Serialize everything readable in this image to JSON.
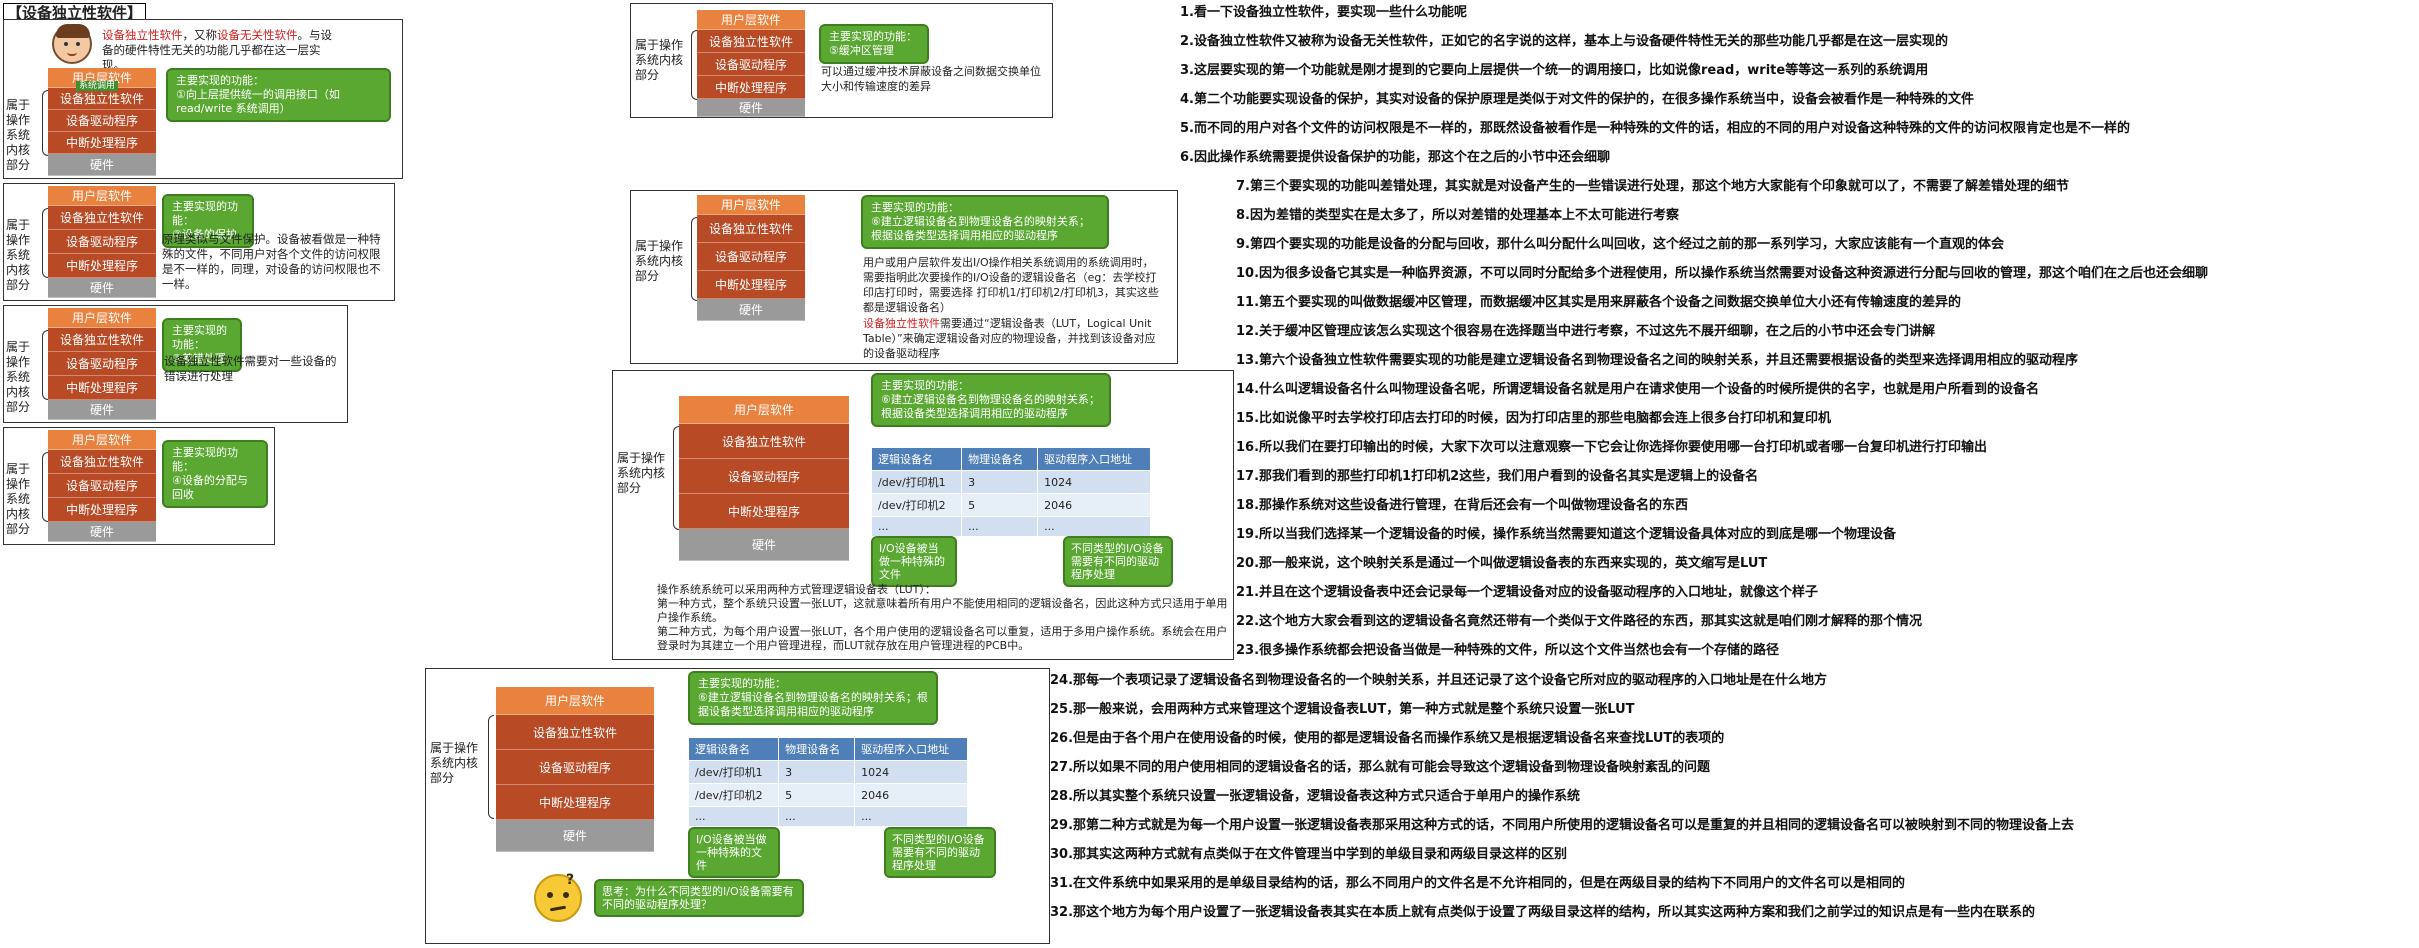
{
  "title": "【设备独立性软件】",
  "layers": {
    "user": "用户层软件",
    "indep": "设备独立性软件",
    "driver": "设备驱动程序",
    "irq": "中断处理程序",
    "hw": "硬件",
    "syscall": "系统调用"
  },
  "side_label": "属于操作系统内核部分",
  "panel1": {
    "intro_red1": "设备独立性软件",
    "intro_mid": "，又称",
    "intro_red2": "设备无关性软件",
    "intro_end": "。与设备的硬件特性无关的功能几乎都在这一层实现。",
    "bubble": "主要实现的功能：\n①向上层提供统一的调用接口（如 read/write 系统调用）"
  },
  "panel2": {
    "bubble": "主要实现的功能：\n②设备的保护",
    "text": "原理类似与文件保护。设备被看做是一种特殊的文件，不同用户对各个文件的访问权限是不一样的，同理，对设备的访问权限也不一样。"
  },
  "panel3": {
    "bubble": "主要实现的功能：\n③差错处理",
    "text": "设备独立性软件需要对一些设备的错误进行处理"
  },
  "panel4": {
    "bubble": "主要实现的功能：\n④设备的分配与回收"
  },
  "panel5": {
    "bubble": "主要实现的功能：\n⑤缓冲区管理",
    "text": "可以通过缓冲技术屏蔽设备之间数据交换单位大小和传输速度的差异"
  },
  "panel6": {
    "bubble": "主要实现的功能：\n⑥建立逻辑设备名到物理设备名的映射关系；根据设备类型选择调用相应的驱动程序",
    "text1": "用户或用户层软件发出I/O操作相关系统调用的系统调用时，需要指明此次要操作的I/O设备的逻辑设备名（eg：去学校打印店打印时，需要选择 打印机1/打印机2/打印机3，其实这些都是逻辑设备名）",
    "text2_red": "设备独立性软件",
    "text2": "需要通过“逻辑设备表（LUT，Logical Unit Table）”来确定逻辑设备对应的物理设备，并找到该设备对应的设备驱动程序"
  },
  "panel7": {
    "bubble": "主要实现的功能：\n⑥建立逻辑设备名到物理设备名的映射关系；根据设备类型选择调用相应的驱动程序",
    "gb1": "I/O设备被当做一种特殊的文件",
    "gb2": "不同类型的I/O设备需要有不同的驱动程序处理",
    "text": "操作系统系统可以采用两种方式管理逻辑设备表（LUT）：\n第一种方式，整个系统只设置一张LUT，这就意味着所有用户不能使用相同的逻辑设备名，因此这种方式只适用于单用户操作系统。\n第二种方式，为每个用户设置一张LUT，各个用户使用的逻辑设备名可以重复，适用于多用户操作系统。系统会在用户登录时为其建立一个用户管理进程，而LUT就存放在用户管理进程的PCB中。"
  },
  "panel8": {
    "bubble": "主要实现的功能：\n⑥建立逻辑设备名到物理设备名的映射关系；根据设备类型选择调用相应的驱动程序",
    "gb1": "I/O设备被当做一种特殊的文件",
    "gb2": "不同类型的I/O设备需要有不同的驱动程序处理",
    "think": "思考：为什么不同类型的I/O设备需要有不同的驱动程序处理？"
  },
  "lut": {
    "headers": [
      "逻辑设备名",
      "物理设备名",
      "驱动程序入口地址"
    ],
    "rows": [
      [
        "/dev/打印机1",
        "3",
        "1024"
      ],
      [
        "/dev/打印机2",
        "5",
        "2046"
      ],
      [
        "...",
        "...",
        "..."
      ]
    ]
  },
  "notes": [
    "1.看一下设备独立性软件，要实现一些什么功能呢",
    "2.设备独立性软件又被称为设备无关性软件，正如它的名字说的这样，基本上与设备硬件特性无关的那些功能几乎都是在这一层实现的",
    "3.这层要实现的第一个功能就是刚才提到的它要向上层提供一个统一的调用接口，比如说像read，write等等这一系列的系统调用",
    "4.第二个功能要实现设备的保护，其实对设备的保护原理是类似于对文件的保护的，在很多操作系统当中，设备会被看作是一种特殊的文件",
    "5.而不同的用户对各个文件的访问权限是不一样的，那既然设备被看作是一种特殊的文件的话，相应的不同的用户对设备这种特殊的文件的访问权限肯定也是不一样的",
    "6.因此操作系统需要提供设备保护的功能，那这个在之后的小节中还会细聊",
    "7.第三个要实现的功能叫差错处理，其实就是对设备产生的一些错误进行处理，那这个地方大家能有个印象就可以了，不需要了解差错处理的细节",
    "8.因为差错的类型实在是太多了，所以对差错的处理基本上不太可能进行考察",
    "9.第四个要实现的功能是设备的分配与回收，那什么叫分配什么叫回收，这个经过之前的那一系列学习，大家应该能有一个直观的体会",
    "10.因为很多设备它其实是一种临界资源，不可以同时分配给多个进程使用，所以操作系统当然需要对设备这种资源进行分配与回收的管理，那这个咱们在之后也还会细聊",
    "11.第五个要实现的叫做数据缓冲区管理，而数据缓冲区其实是用来屏蔽各个设备之间数据交换单位大小还有传输速度的差异的",
    "12.关于缓冲区管理应该怎么实现这个很容易在选择题当中进行考察，不过这先不展开细聊，在之后的小节中还会专门讲解",
    "13.第六个设备独立性软件需要实现的功能是建立逻辑设备名到物理设备名之间的映射关系，并且还需要根据设备的类型来选择调用相应的驱动程序",
    "14.什么叫逻辑设备名什么叫物理设备名呢，所谓逻辑设备名就是用户在请求使用一个设备的时候所提供的名字，也就是用户所看到的设备名",
    "15.比如说像平时去学校打印店去打印的时候，因为打印店里的那些电脑都会连上很多台打印机和复印机",
    "16.所以我们在要打印输出的时候，大家下次可以注意观察一下它会让你选择你要使用哪一台打印机或者哪一台复印机进行打印输出",
    "17.那我们看到的那些打印机1打印机2这些，我们用户看到的设备名其实是逻辑上的设备名",
    "18.那操作系统对这些设备进行管理，在背后还会有一个叫做物理设备名的东西",
    "19.所以当我们选择某一个逻辑设备的时候，操作系统当然需要知道这个逻辑设备具体对应的到底是哪一个物理设备",
    "20.那一般来说，这个映射关系是通过一个叫做逻辑设备表的东西来实现的，英文缩写是LUT",
    "21.并且在这个逻辑设备表中还会记录每一个逻辑设备对应的设备驱动程序的入口地址，就像这个样子",
    "22.这个地方大家会看到这的逻辑设备名竟然还带有一个类似于文件路径的东西，那其实这就是咱们刚才解释的那个情况",
    "23.很多操作系统都会把设备当做是一种特殊的文件，所以这个文件当然也会有一个存储的路径",
    "24.那每一个表项记录了逻辑设备名到物理设备名的一个映射关系，并且还记录了这个设备它所对应的驱动程序的入口地址是在什么地方",
    "25.那一般来说，会用两种方式来管理这个逻辑设备表LUT，第一种方式就是整个系统只设置一张LUT",
    "26.但是由于各个用户在使用设备的时候，使用的都是逻辑设备名而操作系统又是根据逻辑设备名来查找LUT的表项的",
    "27.所以如果不同的用户使用相同的逻辑设备名的话，那么就有可能会导致这个逻辑设备到物理设备映射紊乱的问题",
    "28.所以其实整个系统只设置一张逻辑设备，逻辑设备表这种方式只适合于单用户的操作系统",
    "29.那第二种方式就是为每一个用户设置一张逻辑设备表那采用这种方式的话，不同用户所使用的逻辑设备名可以是重复的并且相同的逻辑设备名可以被映射到不同的物理设备上去",
    "30.那其实这两种方式就有点类似于在文件管理当中学到的单级目录和两级目录这样的区别",
    "31.在文件系统中如果采用的是单级目录结构的话，那么不同用户的文件名是不允许相同的，但是在两级目录的结构下不同用户的文件名可以是相同的",
    "32.那这个地方为每个用户设置了一张逻辑设备表其实在本质上就有点类似于设置了两级目录这样的结构，所以其实这两种方案和我们之前学过的知识点是有一些内在联系的"
  ]
}
